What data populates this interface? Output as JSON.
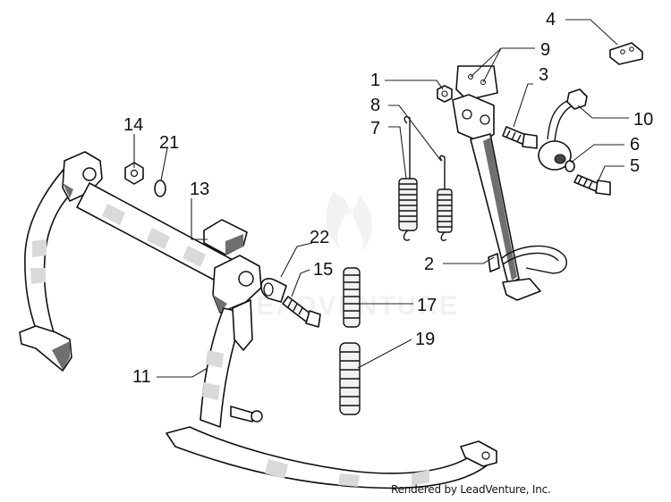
{
  "diagram": {
    "callouts": [
      "1",
      "2",
      "3",
      "4",
      "5",
      "6",
      "7",
      "8",
      "9",
      "10",
      "11",
      "13",
      "14",
      "15",
      "17",
      "19",
      "21",
      "22"
    ],
    "watermark": "LEADVENTURE",
    "footer_credit": "Rendered by LeadVenture, Inc."
  }
}
